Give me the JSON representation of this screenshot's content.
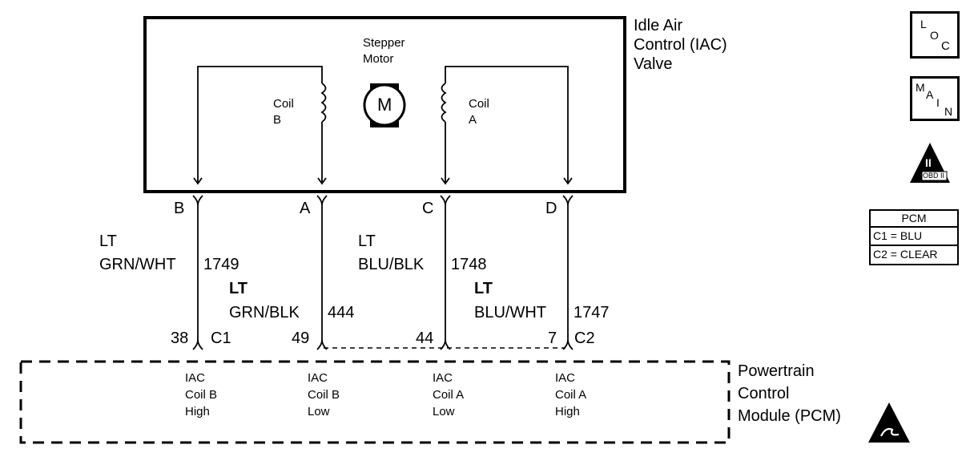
{
  "component": {
    "title": "Idle Air\nControl (IAC)\nValve",
    "motor_label": "Stepper\nMotor",
    "motor_symbol": "M",
    "coil_b_label": "Coil\nB",
    "coil_a_label": "Coil\nA"
  },
  "pins": [
    {
      "letter": "B",
      "color_line1": "LT",
      "color_line2": "GRN/WHT",
      "circuit": "1749",
      "pcm_pin": "38",
      "connector": "C1",
      "pcm_function": "IAC\nCoil B\nHigh"
    },
    {
      "letter": "A",
      "color_line1": "LT",
      "color_line2": "GRN/BLK",
      "circuit": "444",
      "pcm_pin": "49",
      "connector": "",
      "pcm_function": "IAC\nCoil B\nLow"
    },
    {
      "letter": "C",
      "color_line1": "LT",
      "color_line2": "BLU/BLK",
      "circuit": "1748",
      "pcm_pin": "44",
      "connector": "",
      "pcm_function": "IAC\nCoil A\nLow"
    },
    {
      "letter": "D",
      "color_line1": "LT",
      "color_line2": "BLU/WHT",
      "circuit": "1747",
      "pcm_pin": "7",
      "connector": "C2",
      "pcm_function": "IAC\nCoil A\nHigh"
    }
  ],
  "module": {
    "title": "Powertrain\nControl\nModule (PCM)"
  },
  "badges": {
    "loc": {
      "l1": "L",
      "l2": "O",
      "l3": "C"
    },
    "main": {
      "l1": "M",
      "l2": "A",
      "l3": "I",
      "l4": "N"
    },
    "obd": {
      "numeral": "II",
      "text": "OBD II"
    }
  },
  "pcm_legend": {
    "header": "PCM",
    "c1": "C1 = BLU",
    "c2": "C2 = CLEAR"
  }
}
